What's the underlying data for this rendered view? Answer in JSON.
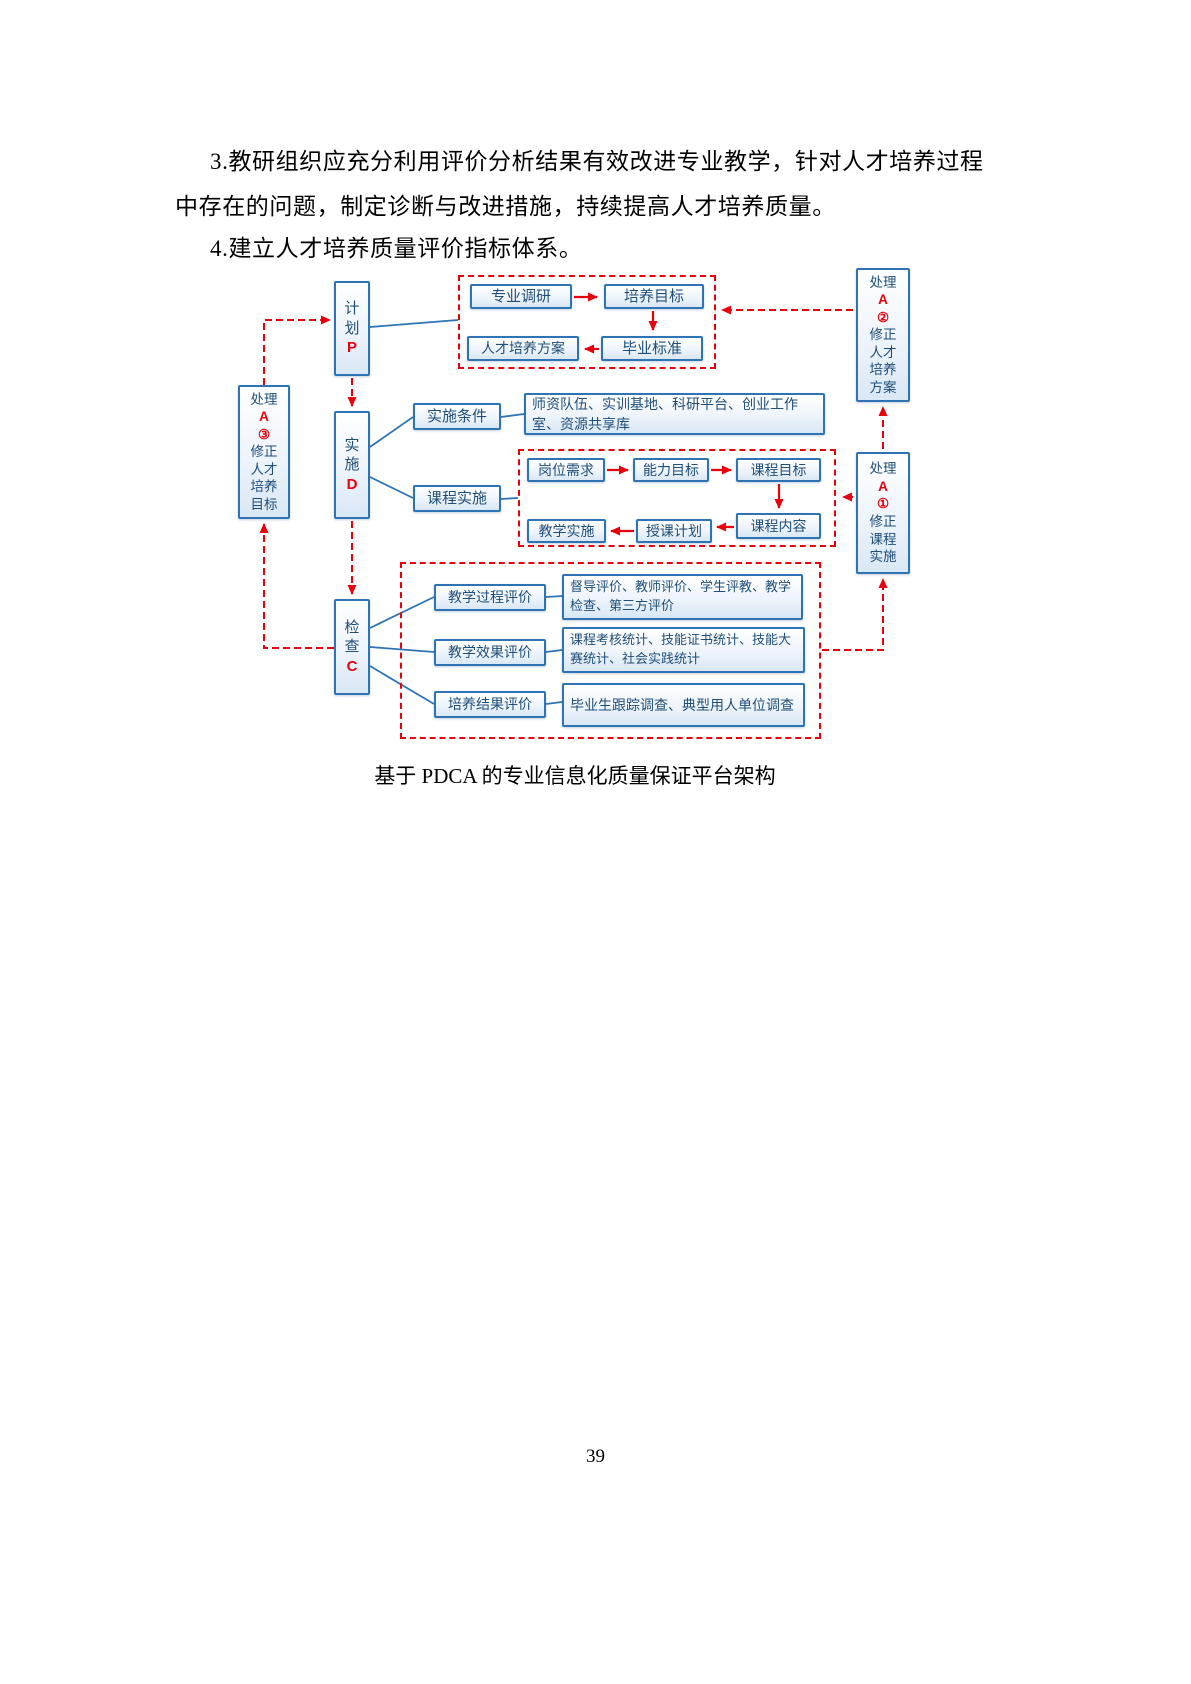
{
  "text": {
    "p3_line1": "3.教研组织应充分利用评价分析结果有效改进专业教学，针对人才培养过程",
    "p3_line2": "中存在的问题，制定诊断与改进措施，持续提高人才培养质量。",
    "p4": "4.建立人才培养质量评价指标体系。",
    "caption": "基于 PDCA 的专业信息化质量保证平台架构",
    "page_number": "39"
  },
  "diagram": {
    "plan": {
      "lines": [
        "计",
        "划"
      ],
      "letter": "P"
    },
    "do": {
      "lines": [
        "实",
        "施"
      ],
      "letter": "D"
    },
    "check": {
      "lines": [
        "检",
        "查"
      ],
      "letter": "C"
    },
    "a3": {
      "head": "处理",
      "letter": "A",
      "num": "③",
      "tail": [
        "修正",
        "人才",
        "培养",
        "目标"
      ]
    },
    "a2": {
      "head": "处理",
      "letter": "A",
      "num": "②",
      "tail": [
        "修正",
        "人才",
        "培养",
        "方案"
      ]
    },
    "a1": {
      "head": "处理",
      "letter": "A",
      "num": "①",
      "tail": [
        "修正",
        "课程",
        "实施"
      ]
    },
    "top_group": {
      "survey": "专业调研",
      "train_goal": "培养目标",
      "scheme": "人才培养方案",
      "grad_standard": "毕业标准"
    },
    "impl": {
      "condition": "实施条件",
      "resources": "师资队伍、实训基地、科研平台、创业工作室、资源共享库",
      "course_impl": "课程实施",
      "post_need": "岗位需求",
      "ability_goal": "能力目标",
      "course_goal": "课程目标",
      "teach_impl": "教学实施",
      "teach_plan": "授课计划",
      "course_content": "课程内容"
    },
    "eval": {
      "process_label": "教学过程评价",
      "process_detail": "督导评价、教师评价、学生评教、教学检查、第三方评价",
      "effect_label": "教学效果评价",
      "effect_detail": "课程考核统计、技能证书统计、技能大赛统计、社会实践统计",
      "result_label": "培养结果评价",
      "result_detail": "毕业生跟踪调查、典型用人单位调查"
    },
    "colors": {
      "box_border": "#2e74b5",
      "box_text": "#1f4e79",
      "accent_red": "#e8000d"
    }
  }
}
